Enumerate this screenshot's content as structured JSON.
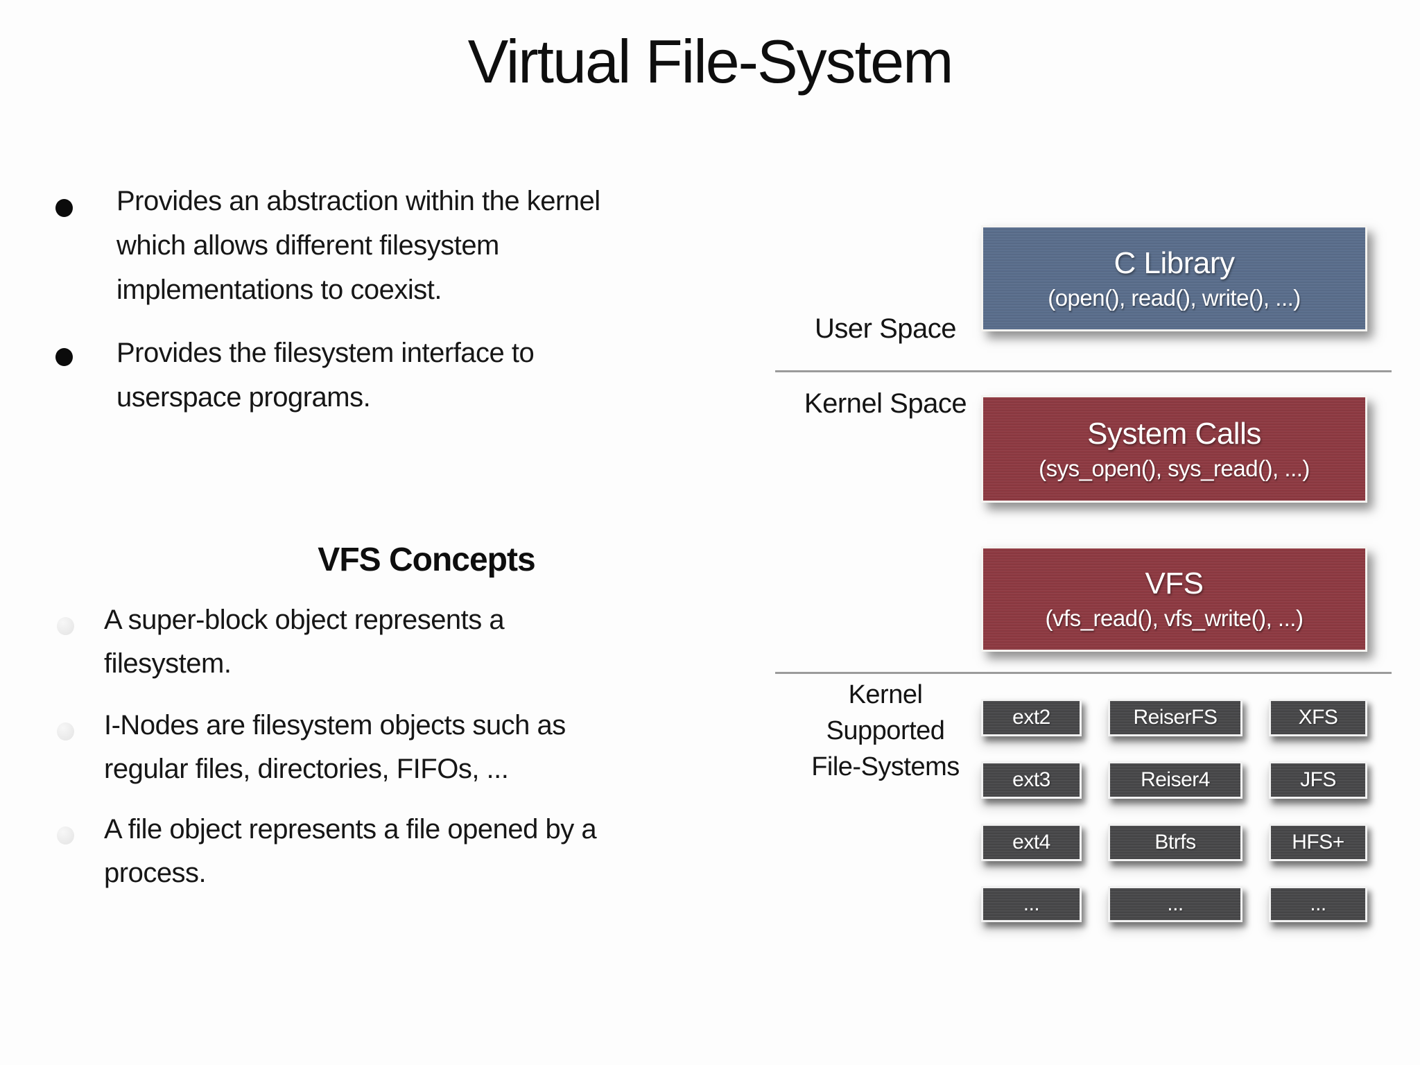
{
  "slide": {
    "title": "Virtual File-System",
    "bullets": [
      {
        "lines": [
          "Provides an abstraction within the kernel",
          "which allows different filesystem",
          "implementations to coexist."
        ]
      },
      {
        "lines": [
          "Provides the filesystem interface to",
          "userspace programs."
        ]
      }
    ],
    "concepts": {
      "heading": "VFS Concepts",
      "items": [
        {
          "lines": [
            "A super-block object represents a",
            "filesystem."
          ]
        },
        {
          "lines": [
            "I-Nodes are filesystem objects such as",
            "regular files, directories, FIFOs, ..."
          ]
        },
        {
          "lines": [
            "A file object represents a file opened by a",
            "process."
          ]
        }
      ]
    }
  },
  "diagram": {
    "labels": {
      "user_space": "User Space",
      "kernel_space": "Kernel Space",
      "kernel_supported": [
        "Kernel",
        "Supported",
        "File-Systems"
      ]
    },
    "boxes": {
      "c_library": {
        "title": "C Library",
        "subtitle": "(open(), read(), write(), ...)",
        "color": "#5a6e8c"
      },
      "system_calls": {
        "title": "System Calls",
        "subtitle": "(sys_open(), sys_read(), ...)",
        "color": "#8e3a42"
      },
      "vfs": {
        "title": "VFS",
        "subtitle": "(vfs_read(), vfs_write(), ...)",
        "color": "#8e3a42"
      }
    },
    "filesystems": {
      "box_color": "#48484a",
      "grid": [
        [
          "ext2",
          "ReiserFS",
          "XFS"
        ],
        [
          "ext3",
          "Reiser4",
          "JFS"
        ],
        [
          "ext4",
          "Btrfs",
          "HFS+"
        ],
        [
          "...",
          "...",
          "..."
        ]
      ]
    },
    "divider_color": "#9b9b9b"
  }
}
